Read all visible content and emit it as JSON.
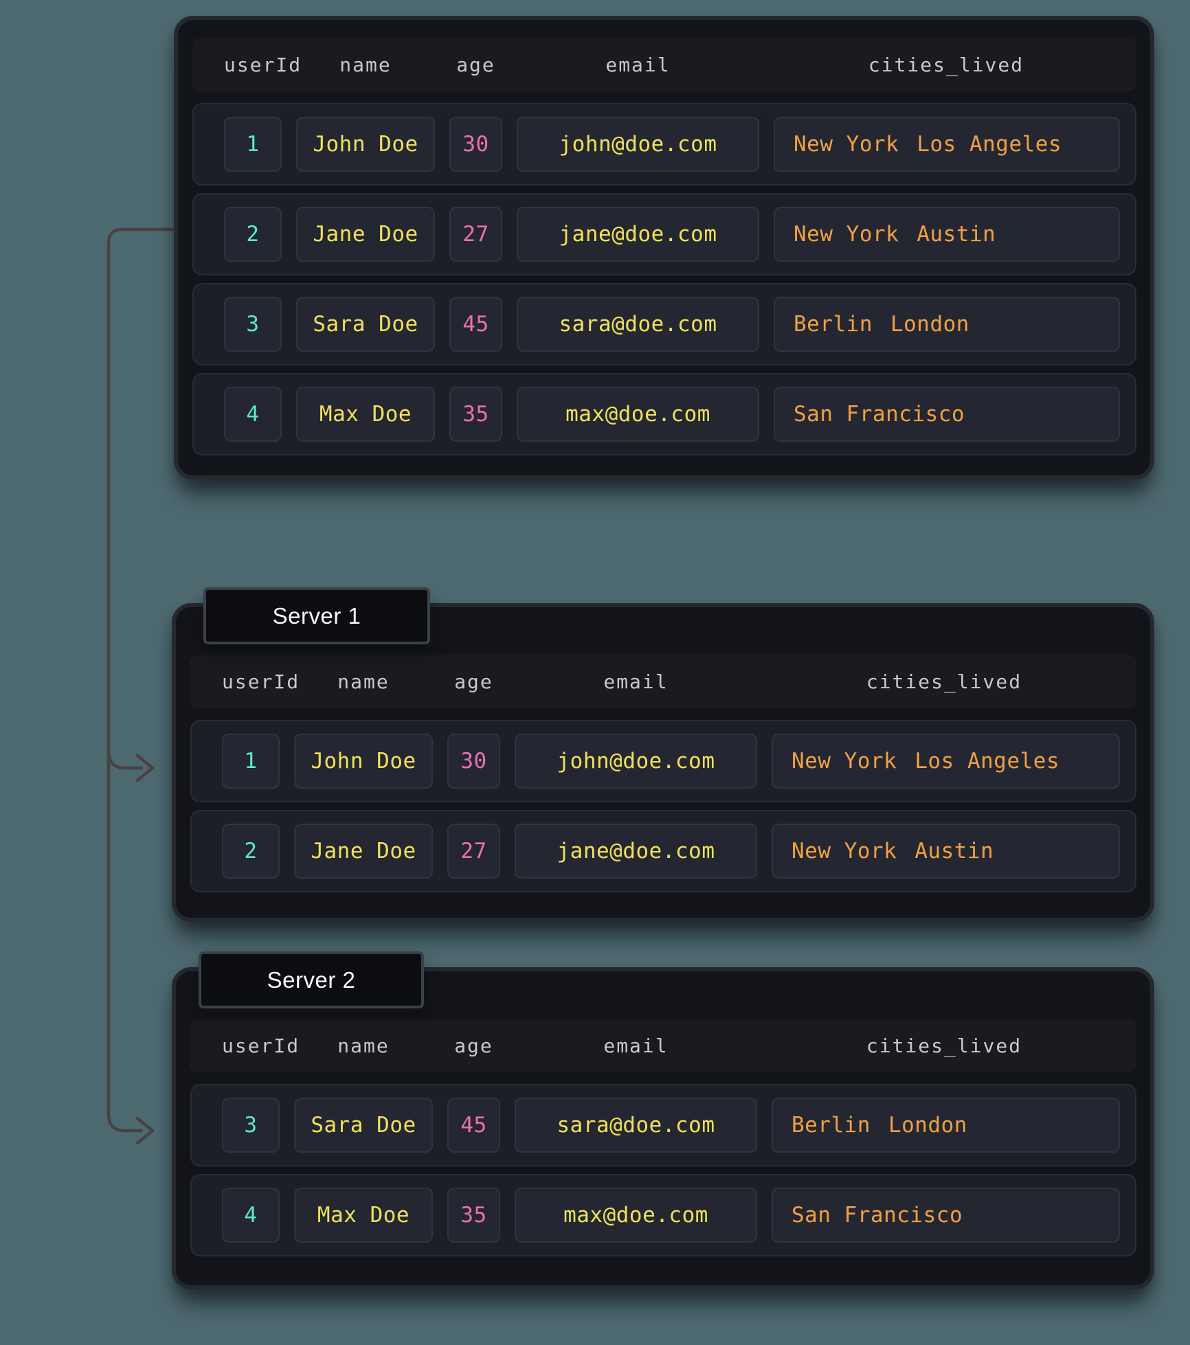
{
  "diagram": {
    "background": "#4e6a71",
    "connector_color": "#494240"
  },
  "colors": {
    "user_id_text": "#5ee8cd",
    "name_text": "#f1e05b",
    "age_text": "#ec70b2",
    "email_text": "#f1e05b",
    "cities_text": "#f0a044",
    "header_text": "#c7c9ce",
    "tab_text": "#fafafa"
  },
  "columns": {
    "userId": "userId",
    "name": "name",
    "age": "age",
    "email": "email",
    "cities": "cities_lived"
  },
  "rows": [
    {
      "userId": "1",
      "name": "John Doe",
      "age": "30",
      "email": "john@doe.com",
      "cities": [
        "New York",
        "Los Angeles"
      ]
    },
    {
      "userId": "2",
      "name": "Jane Doe",
      "age": "27",
      "email": "jane@doe.com",
      "cities": [
        "New York",
        "Austin"
      ]
    },
    {
      "userId": "3",
      "name": "Sara Doe",
      "age": "45",
      "email": "sara@doe.com",
      "cities": [
        "Berlin",
        "London"
      ]
    },
    {
      "userId": "4",
      "name": "Max Doe",
      "age": "35",
      "email": "max@doe.com",
      "cities": [
        "San Francisco"
      ]
    }
  ],
  "tables": {
    "server1": {
      "label": "Server 1"
    },
    "server2": {
      "label": "Server 2"
    }
  }
}
